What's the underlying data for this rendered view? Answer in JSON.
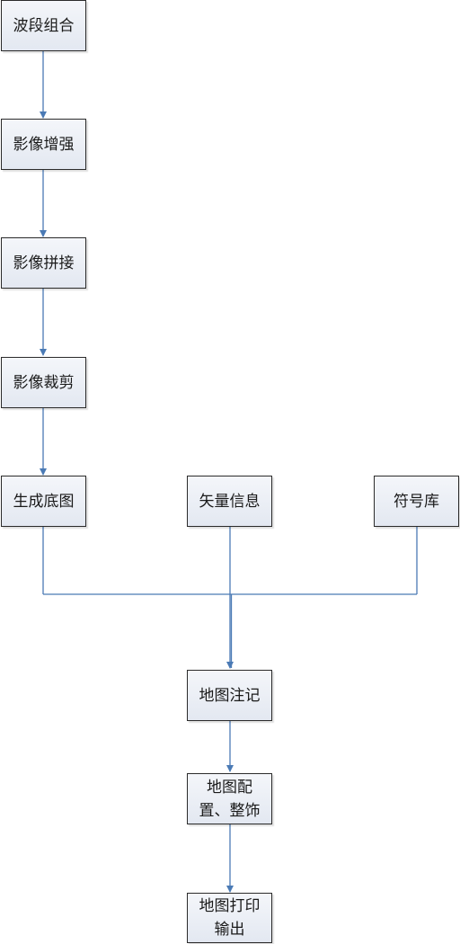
{
  "colors": {
    "connector": "#4a7ab5",
    "node_border": "#2b2b2b",
    "node_fill": "#e8ecf3"
  },
  "nodes": {
    "band_combination": {
      "label": "波段组合"
    },
    "image_enhancement": {
      "label": "影像增强"
    },
    "image_mosaic": {
      "label": "影像拼接"
    },
    "image_clipping": {
      "label": "影像裁剪"
    },
    "generate_basemap": {
      "label": "生成底图"
    },
    "vector_info": {
      "label": "矢量信息"
    },
    "symbol_library": {
      "label": "符号库"
    },
    "map_annotation": {
      "label": "地图注记"
    },
    "map_layout": {
      "line1": "地图配",
      "line2": "置、整饰"
    },
    "map_print": {
      "line1": "地图打印",
      "line2": "输出"
    }
  },
  "edges": [
    {
      "from": "band_combination",
      "to": "image_enhancement"
    },
    {
      "from": "image_enhancement",
      "to": "image_mosaic"
    },
    {
      "from": "image_mosaic",
      "to": "image_clipping"
    },
    {
      "from": "image_clipping",
      "to": "generate_basemap"
    },
    {
      "from": "generate_basemap",
      "to": "map_annotation"
    },
    {
      "from": "vector_info",
      "to": "map_annotation"
    },
    {
      "from": "symbol_library",
      "to": "map_annotation"
    },
    {
      "from": "map_annotation",
      "to": "map_layout"
    },
    {
      "from": "map_layout",
      "to": "map_print"
    }
  ]
}
